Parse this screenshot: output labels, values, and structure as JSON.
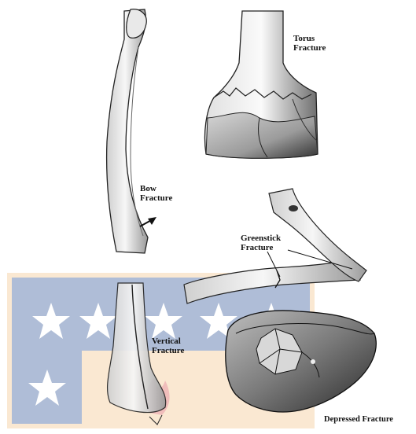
{
  "labels": {
    "torus": {
      "line1": "Torus",
      "line2": "Fracture"
    },
    "bow": {
      "line1": "Bow",
      "line2": "Fracture"
    },
    "greenstick": {
      "line1": "Greenstick",
      "line2": "Fracture"
    },
    "vertical": {
      "line1": "Vertical",
      "line2": "Fracture"
    },
    "depressed": {
      "text": "Depressed Fracture"
    }
  },
  "colors": {
    "bone_fill": "#eeeeee",
    "bone_outline": "#222222",
    "shadow": "#4a4a4a",
    "watermark_blue": "#2f5597",
    "watermark_peach": "#f2c38c",
    "watermark_red": "#d9534f"
  }
}
